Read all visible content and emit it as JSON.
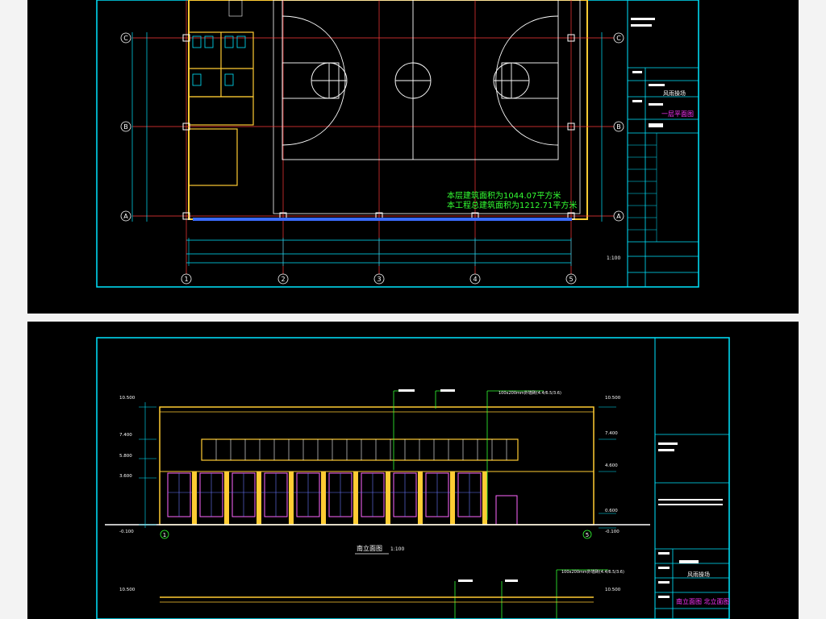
{
  "plan": {
    "grid_rows": [
      "C",
      "B",
      "A"
    ],
    "grid_cols": [
      "1",
      "2",
      "3",
      "4",
      "5"
    ],
    "area_note_1": "本层建筑面积为1044.07平方米",
    "area_note_2": "本工程总建筑面积为1212.71平方米",
    "scale": "1:100",
    "sheet_title": "一层平面图",
    "project_name": "风雨操场"
  },
  "elevation": {
    "caption": "南立面图",
    "caption_scale": "1:100",
    "sheet_title": "南立面图 北立面图",
    "project_name": "风雨操场",
    "levels_left": [
      "10.500",
      "7.400",
      "5.800",
      "3.600",
      "-0.100"
    ],
    "levels_right": [
      "10.500",
      "7.400",
      "4.600",
      "0.600",
      "-0.100"
    ],
    "axis_left": "1",
    "axis_right": "5",
    "callout": "100x200mm外墙砖(4.4/6.5/3.6)",
    "top_level_2": "10.500"
  },
  "colors": {
    "frame": "#00e5ff",
    "grid": "#ff3b3b",
    "wall": "#ffcc33",
    "green": "#33ff33",
    "magenta": "#ff33ff",
    "white": "#ffffff"
  }
}
